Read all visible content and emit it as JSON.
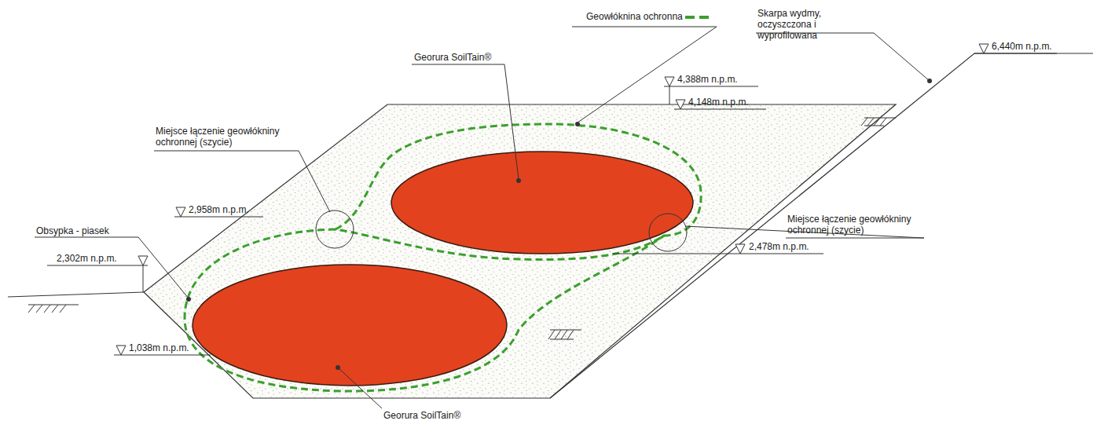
{
  "diagram": {
    "labels": [
      "Skarpa wydmy, oczyszczona i wyprofilowana",
      "6,440m n.p.m.",
      "Georura SoilTain®",
      "4,388m n.p.m.",
      "4,148m n.p.m.",
      "Miejsce łączenie geowłókniny ochronnej (szycie)",
      "Miejsce łączenie geowłókniny ochronnej (szycie)",
      "Obsypka - piasek",
      "2,958m n.p.m.",
      "2,302m n.p.m.",
      "2,478m n.p.m.",
      "1,038m n.p.m.",
      "Georura SoilTain®"
    ],
    "legend": [
      {
        "text": "Geowłóknina ochronna"
      }
    ]
  }
}
